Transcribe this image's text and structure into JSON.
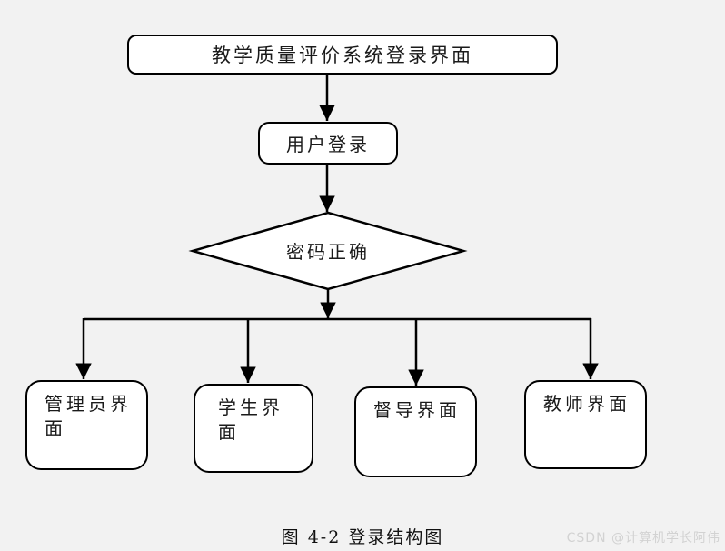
{
  "page": {
    "caption": "图 4-2 登录结构图",
    "watermark": "CSDN @计算机学长阿伟",
    "background_color": "#f2f2f2"
  },
  "flowchart": {
    "colors": {
      "node_fill": "#ffffff",
      "stroke": "#000000",
      "text": "#1a1a1a"
    },
    "nodes": {
      "title": {
        "label": "教学质量评价系统登录界面",
        "shape": "rounded-rect"
      },
      "login": {
        "label": "用户登录",
        "shape": "rounded-rect"
      },
      "decision": {
        "label": "密码正确",
        "shape": "diamond"
      },
      "admin": {
        "label": "管理员界面",
        "shape": "rounded-rect"
      },
      "student": {
        "label": "学生界面",
        "shape": "rounded-rect"
      },
      "supervisor": {
        "label": "督导界面",
        "shape": "rounded-rect"
      },
      "teacher": {
        "label": "教师界面",
        "shape": "rounded-rect"
      }
    },
    "edges": [
      {
        "from": "title",
        "to": "login"
      },
      {
        "from": "login",
        "to": "decision"
      },
      {
        "from": "decision",
        "to": "admin"
      },
      {
        "from": "decision",
        "to": "student"
      },
      {
        "from": "decision",
        "to": "supervisor"
      },
      {
        "from": "decision",
        "to": "teacher"
      }
    ]
  }
}
